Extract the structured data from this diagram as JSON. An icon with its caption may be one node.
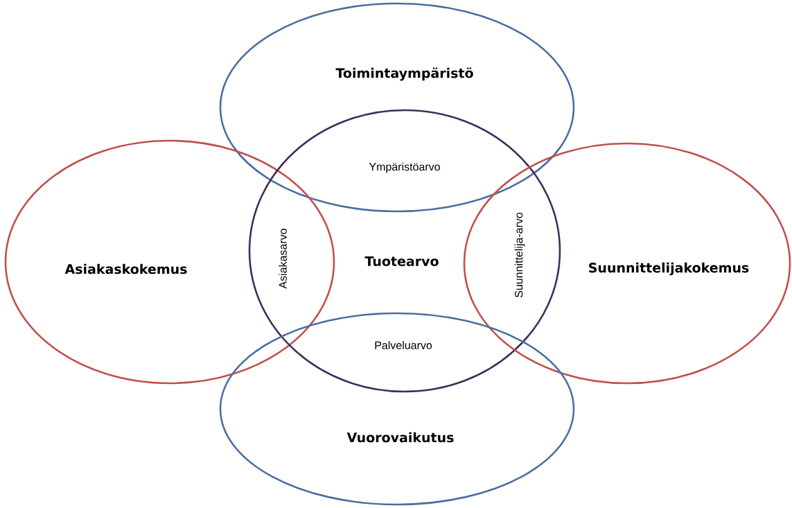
{
  "diagram": {
    "nodes": [
      {
        "text": [
          "Toimintaympäristö"
        ]
      },
      {
        "text": [
          "Asiakaskokemus"
        ]
      },
      {
        "text": [
          "Tuotearvo"
        ]
      },
      {
        "text": [
          "Suunnittelijakokemus"
        ]
      },
      {
        "text": [
          "Vuorovaikutus"
        ]
      }
    ],
    "labels": [
      "Ympäristöarvo",
      "Asiakasarvo",
      "Suunnittelija-arvo",
      "Palveluarvo"
    ]
  }
}
